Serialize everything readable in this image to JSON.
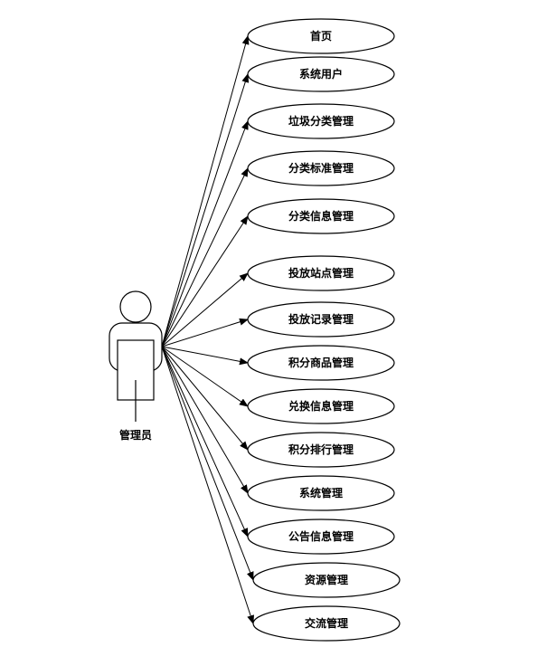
{
  "actor": {
    "label": "管理员"
  },
  "use_cases": [
    {
      "label": "首页"
    },
    {
      "label": "系统用户"
    },
    {
      "label": "垃圾分类管理"
    },
    {
      "label": "分类标准管理"
    },
    {
      "label": "分类信息管理"
    },
    {
      "label": "投放站点管理"
    },
    {
      "label": "投放记录管理"
    },
    {
      "label": "积分商品管理"
    },
    {
      "label": "兑换信息管理"
    },
    {
      "label": "积分排行管理"
    },
    {
      "label": "系统管理"
    },
    {
      "label": "公告信息管理"
    },
    {
      "label": "资源管理"
    },
    {
      "label": "交流管理"
    }
  ],
  "colors": {
    "stroke": "#000000",
    "fill": "#ffffff"
  }
}
